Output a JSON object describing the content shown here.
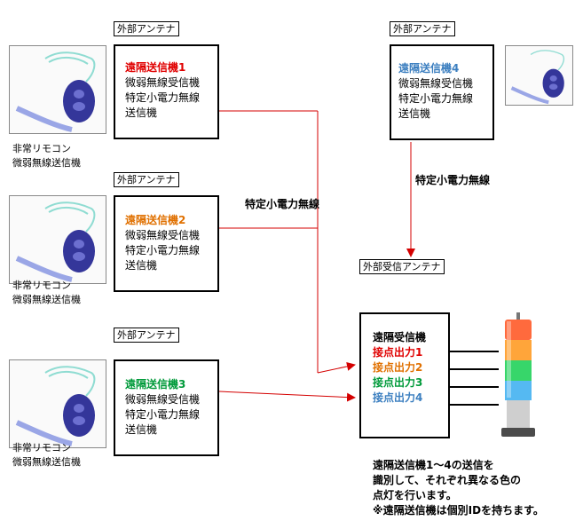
{
  "antenna_label": "外部アンテナ",
  "colors": {
    "tx1": "#e00000",
    "tx2": "#e07000",
    "tx3": "#009a3a",
    "tx4": "#3c7fc0",
    "wire": "#d40000"
  },
  "transmitters": [
    {
      "title": "遠隔送信機1",
      "lines": [
        "微弱無線受信機",
        "特定小電力無線",
        "送信機"
      ]
    },
    {
      "title": "遠隔送信機2",
      "lines": [
        "微弱無線受信機",
        "特定小電力無線",
        "送信機"
      ]
    },
    {
      "title": "遠隔送信機3",
      "lines": [
        "微弱無線受信機",
        "特定小電力無線",
        "送信機"
      ]
    },
    {
      "title": "遠隔送信機4",
      "lines": [
        "微弱無線受信機",
        "特定小電力無線",
        "送信機"
      ]
    }
  ],
  "remote_caption": [
    "非常リモコン",
    "微弱無線送信機"
  ],
  "link_label": "特定小電力無線",
  "receiver": {
    "antenna_label": "外部受信アンテナ",
    "title": "遠隔受信機",
    "outputs": [
      "接点出力1",
      "接点出力2",
      "接点出力3",
      "接点出力4"
    ]
  },
  "note": [
    "遠隔送信機1～4の送信を",
    "識別して、それぞれ異なる色の",
    "点灯を行います。",
    "※遠隔送信機は個別IDを持ちます。"
  ]
}
